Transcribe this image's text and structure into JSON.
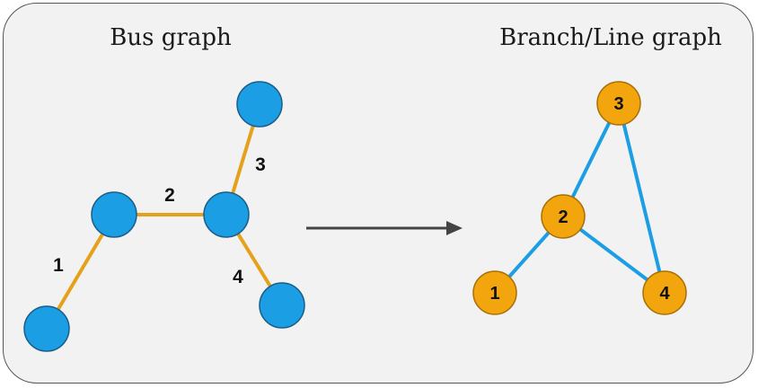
{
  "left_title": "Bus graph",
  "right_title": "Branch/Line graph",
  "colors": {
    "bus_node": "#1b9ee3",
    "bus_node_stroke": "#1a5e8a",
    "bus_edge": "#e5a11c",
    "line_node": "#f2a50c",
    "line_node_stroke": "#a86f08",
    "line_edge": "#1b9ee3",
    "arrow": "#444444"
  },
  "bus_graph": {
    "branches": [
      {
        "label": "1"
      },
      {
        "label": "2"
      },
      {
        "label": "3"
      },
      {
        "label": "4"
      }
    ]
  },
  "line_graph": {
    "nodes": [
      {
        "label": "1"
      },
      {
        "label": "2"
      },
      {
        "label": "3"
      },
      {
        "label": "4"
      }
    ]
  }
}
